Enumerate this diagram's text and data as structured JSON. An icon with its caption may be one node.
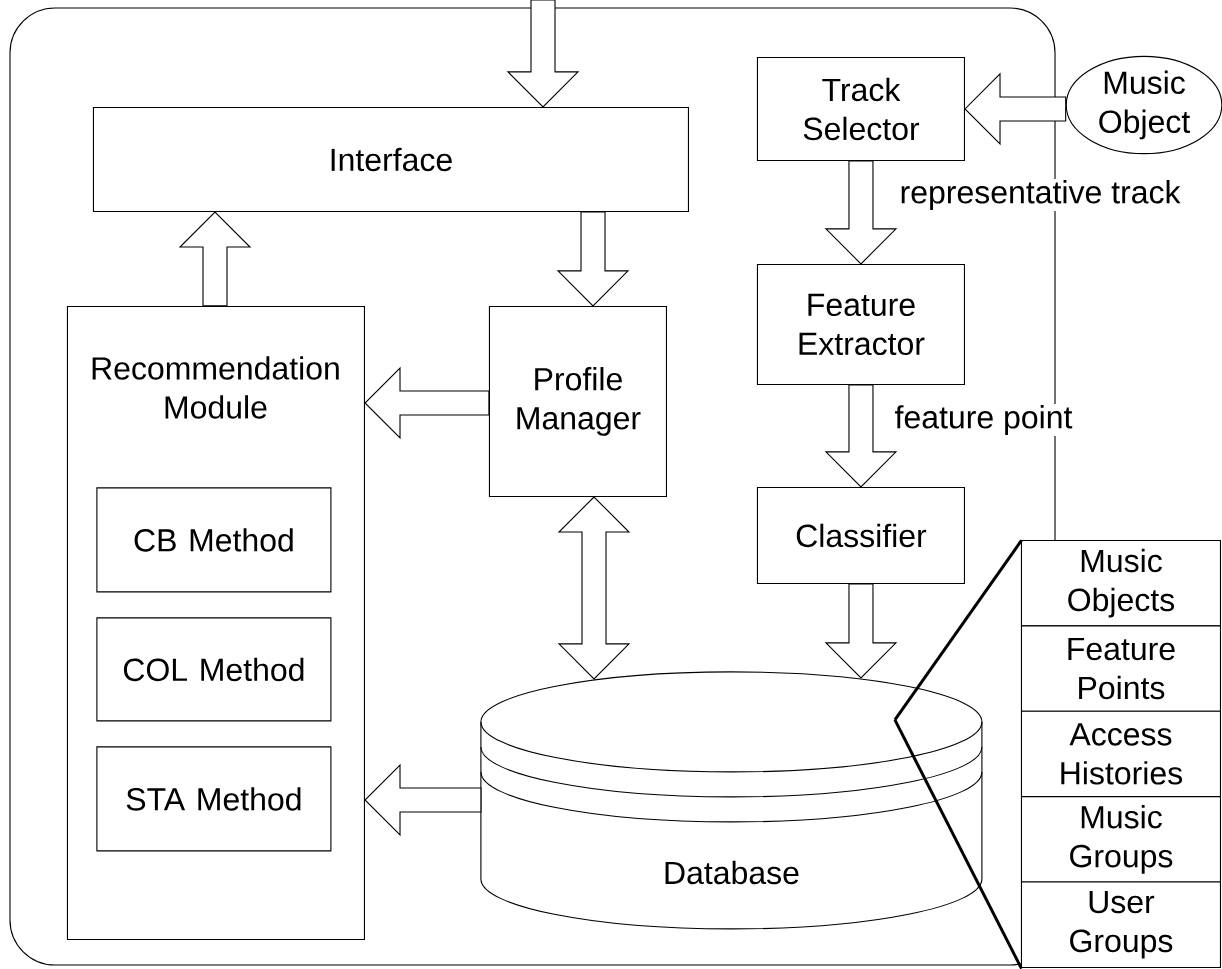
{
  "diagram": {
    "nodes": [
      {
        "text": [],
        "shape": "box"
      },
      {
        "text": [
          "Interface"
        ],
        "in": 0
      },
      {
        "text": [
          "Track Selector"
        ],
        "in": 0
      },
      {
        "text": [
          "Music Object"
        ]
      },
      {
        "text": [
          "Feature Extractor"
        ],
        "in": 0
      },
      {
        "text": [
          "Recommendation Module"
        ],
        "in": 0
      },
      {
        "text": [
          "Profile Manager"
        ],
        "in": 0
      },
      {
        "text": [
          "CB Method"
        ],
        "in": 5
      },
      {
        "text": [
          "COL Method"
        ],
        "in": 5
      },
      {
        "text": [
          "STA Method"
        ],
        "in": 5
      },
      {
        "text": [
          "Classifier"
        ],
        "in": 0
      },
      {
        "text": [
          "Database"
        ],
        "in": 0
      },
      {
        "text": [
          "Music Objects",
          "Feature Points",
          "Access Histories",
          "Music Groups",
          "User Groups"
        ]
      }
    ],
    "edges": [
      {
        "from": null,
        "to": 1,
        "arrow": "to"
      },
      {
        "from": 3,
        "to": 2,
        "arrow": "to"
      },
      {
        "from": 2,
        "to": 4,
        "arrow": "to",
        "label": "representative track"
      },
      {
        "from": 4,
        "to": 10,
        "arrow": "to",
        "label": "feature point"
      },
      {
        "from": 10,
        "to": 11,
        "arrow": "to"
      },
      {
        "from": 6,
        "to": 11,
        "arrow": "both"
      },
      {
        "from": 1,
        "to": 6,
        "arrow": "to"
      },
      {
        "from": 5,
        "to": 1,
        "arrow": "to"
      },
      {
        "from": 6,
        "to": 5,
        "arrow": "to"
      },
      {
        "from": 11,
        "to": 5,
        "arrow": "to"
      },
      {
        "from": 11,
        "to": 12,
        "arrow": "none"
      },
      {
        "from": 11,
        "to": 12,
        "arrow": "none"
      }
    ]
  }
}
